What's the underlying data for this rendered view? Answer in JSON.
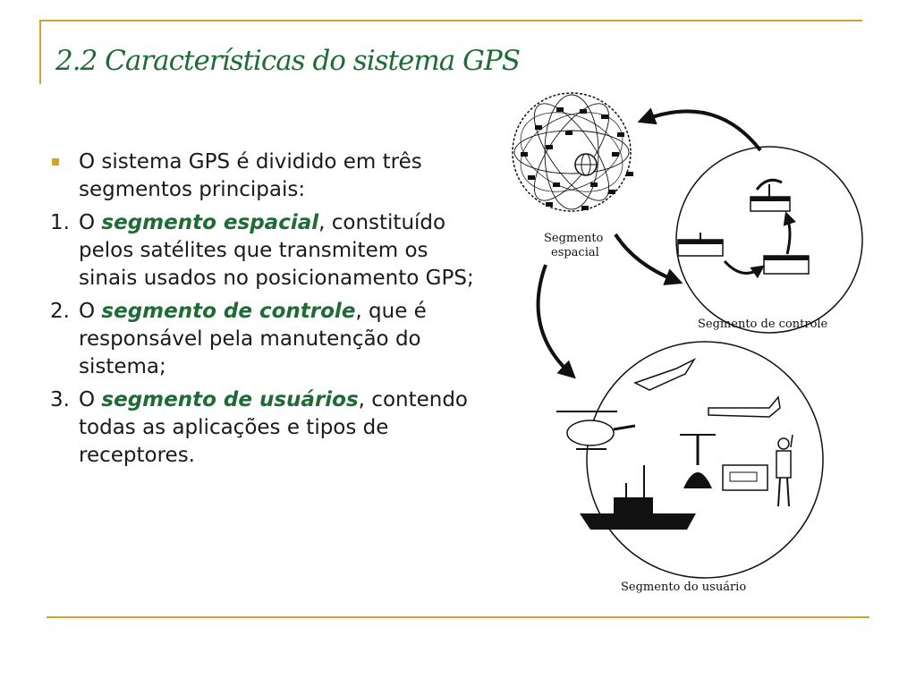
{
  "slide": {
    "title": "2.2 Características do sistema GPS",
    "intro": "O sistema GPS é dividido em três segmentos principais:",
    "items": [
      {
        "number": "1.",
        "lead": "O",
        "term": "segmento espacial",
        "rest": ", constituído pelos satélites que transmitem os sinais usados no posicionamento GPS;"
      },
      {
        "number": "2.",
        "lead": "O",
        "term": "segmento de controle",
        "rest": ", que é responsável pela manutenção do sistema;"
      },
      {
        "number": "3.",
        "lead": "O",
        "term": "segmento de usuários",
        "rest": ", contendo todas as aplicações e tipos de receptores."
      }
    ]
  },
  "diagram": {
    "space_label_line1": "Segmento",
    "space_label_line2": "espacial",
    "control_label": "Segmento de controle",
    "user_label": "Segmento do usuário"
  },
  "colors": {
    "accent": "#d6a22b",
    "title_green": "#1e6b36"
  }
}
